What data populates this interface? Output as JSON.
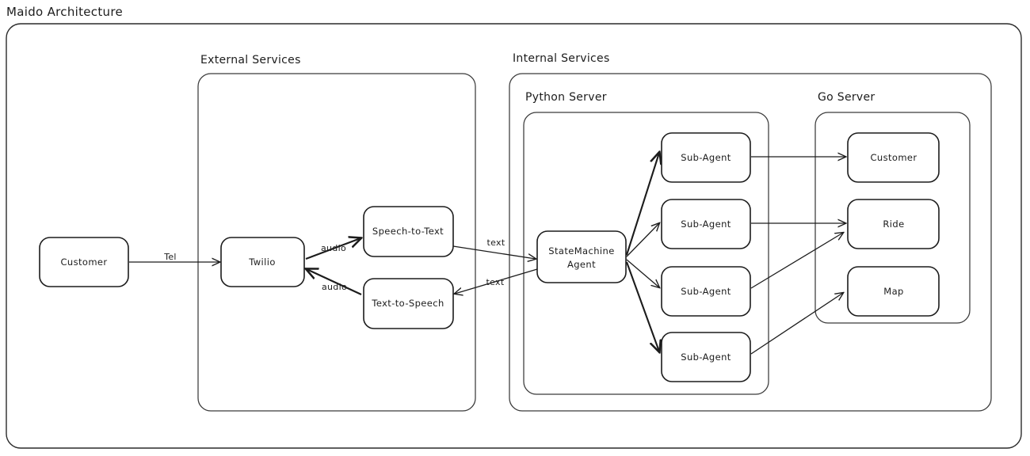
{
  "diagram": {
    "title": "Maido Architecture",
    "stroke_color": "#1c1c1c",
    "background": "#ffffff",
    "groups": [
      {
        "id": "external",
        "label": "External Services"
      },
      {
        "id": "internal",
        "label": "Internal Services"
      },
      {
        "id": "python",
        "label": "Python Server"
      },
      {
        "id": "go",
        "label": "Go Server"
      }
    ],
    "nodes": {
      "customer_left": "Customer",
      "twilio": "Twilio",
      "stt": "Speech-to-Text",
      "tts": "Text-to-Speech",
      "agent_line1": "StateMachine",
      "agent_line2": "Agent",
      "subagent1": "Sub-Agent",
      "subagent2": "Sub-Agent",
      "subagent3": "Sub-Agent",
      "subagent4": "Sub-Agent",
      "go_customer": "Customer",
      "go_ride": "Ride",
      "go_map": "Map"
    },
    "edge_labels": {
      "tel": "Tel",
      "audio_to_stt": "audio",
      "audio_from_tts": "audio",
      "text_to_agent": "text",
      "text_from_agent": "text"
    }
  }
}
